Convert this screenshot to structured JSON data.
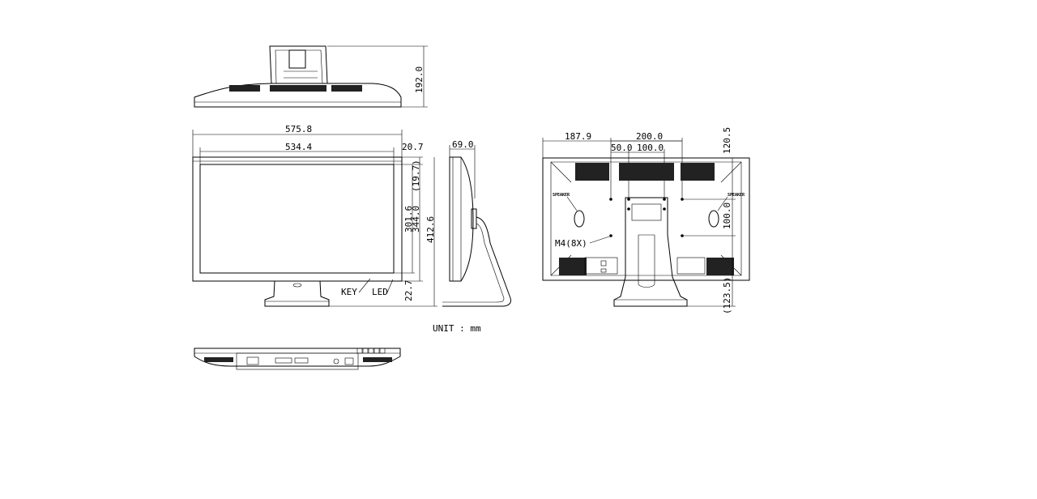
{
  "units": {
    "label": "UNIT : mm"
  },
  "top_view": {
    "depth": "192.0"
  },
  "front_view": {
    "overall_width": "575.8",
    "screen_width": "534.4",
    "side_bezel": "20.7",
    "top_bezel": "(19.7)",
    "screen_height": "301.6",
    "panel_height": "344.0",
    "overall_height": "412.6",
    "bottom_bezel": "22.7",
    "key_label": "KEY",
    "led_label": "LED"
  },
  "side_view": {
    "stand_depth": "69.0"
  },
  "rear_view": {
    "offset_left": "187.9",
    "hole_span": "200.0",
    "half_offset": "50.0",
    "vesa_span": "100.0",
    "top_offset": "120.5",
    "vertical_span": "100.0",
    "bottom_offset": "(123.5)",
    "mount_label": "M4(8X)",
    "speaker_left": "SPEAKER",
    "speaker_right": "SPEAKER"
  }
}
